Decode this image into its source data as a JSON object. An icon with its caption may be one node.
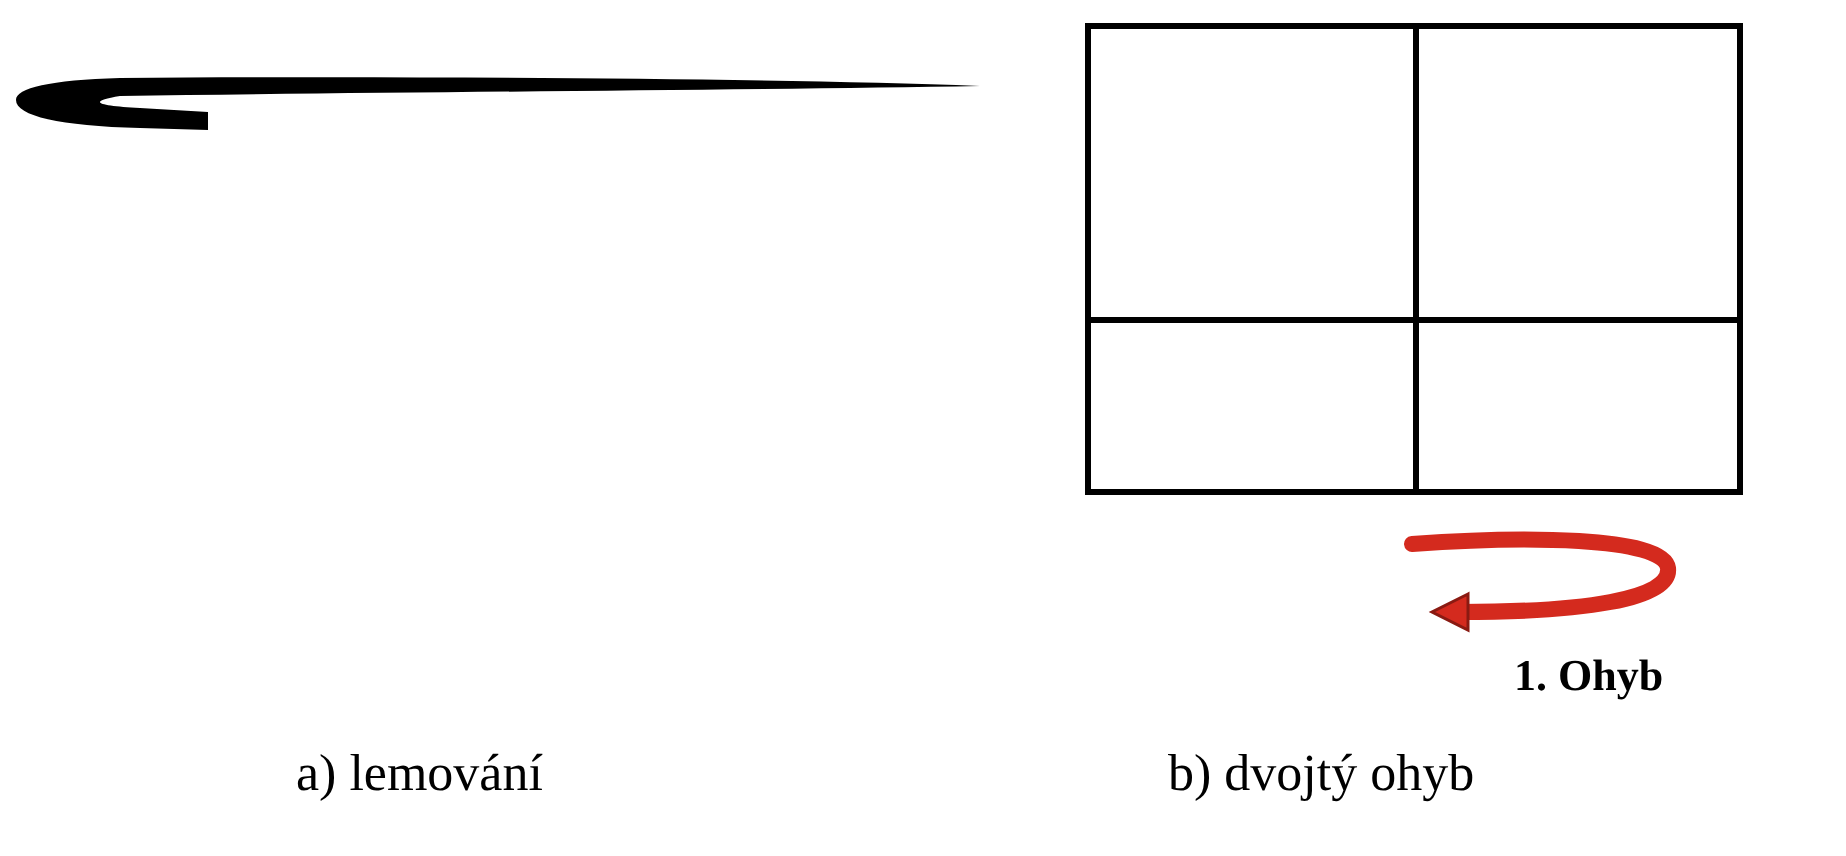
{
  "diagram": {
    "labels": [
      "1. Ohyb",
      "a) lemování",
      "b) dvojtý ohyb"
    ]
  }
}
